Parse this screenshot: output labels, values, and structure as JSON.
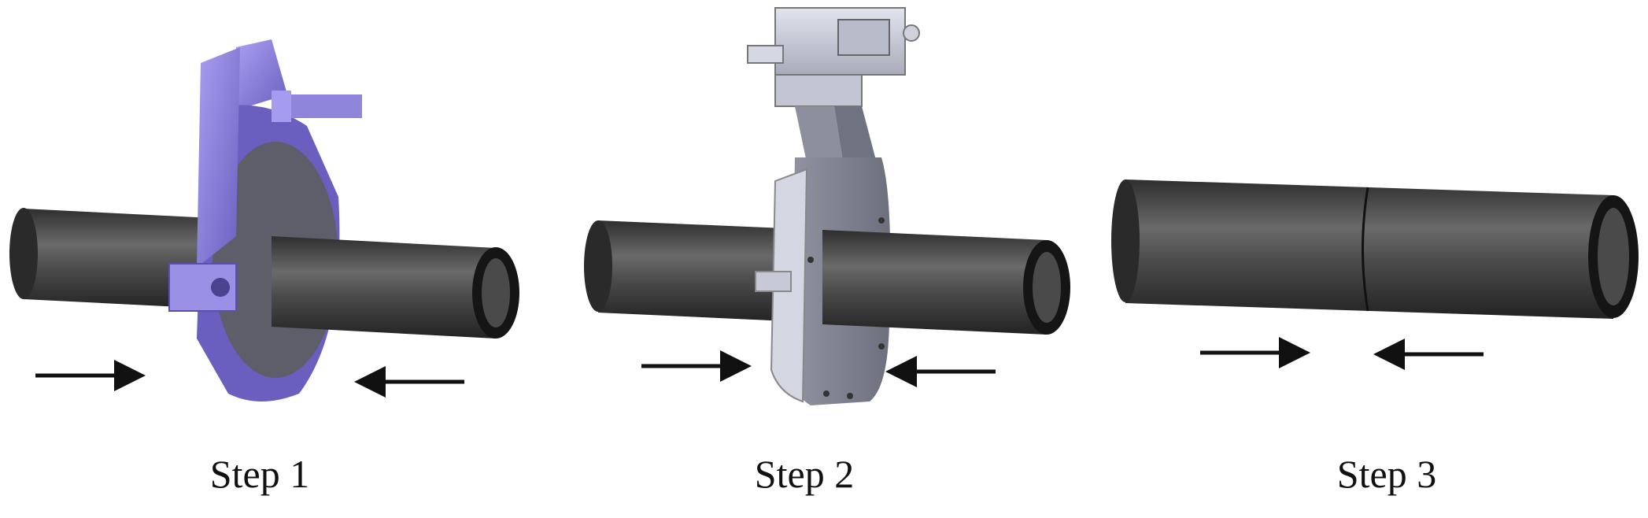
{
  "steps": [
    {
      "label": "Step 1",
      "tool": "clamp-facer"
    },
    {
      "label": "Step 2",
      "tool": "heater-plate"
    },
    {
      "label": "Step 3",
      "tool": "joined-pipe"
    }
  ],
  "colors": {
    "pipe_dark": "#3a3a3a",
    "pipe_light": "#6e6e6e",
    "clamp_purple": "#8a7fd8",
    "clamp_purple_dark": "#6a5fbf",
    "heater_gray": "#7a7d8a",
    "heater_light": "#c9ccd8",
    "arrow": "#111111"
  }
}
